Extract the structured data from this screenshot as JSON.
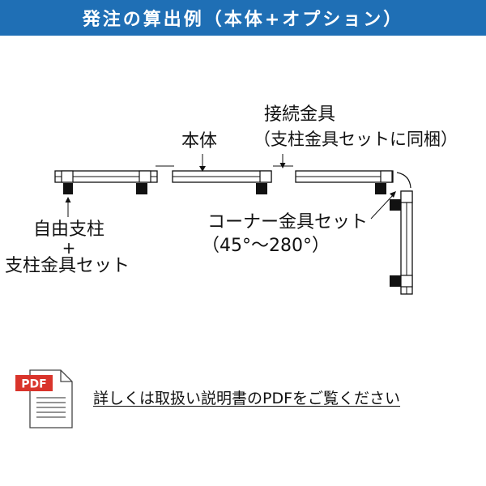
{
  "banner": {
    "title": "発注の算出例（本体+オプション）",
    "color": "#1f6fb5"
  },
  "labels": {
    "main_body": "本体",
    "connector_line1": "接続金具",
    "connector_line2": "（支柱金具セットに同梱）",
    "free_post_line1": "自由支柱",
    "free_post_line2": "+",
    "free_post_line3": "支柱金具セット",
    "corner_line1": "コーナー金具セット",
    "corner_line2": "（45°〜280°）"
  },
  "pdf": {
    "badge": "PDF",
    "link_text": "詳しくは取扱い説明書のPDFをご覧ください",
    "badge_color": "#d9342b"
  }
}
